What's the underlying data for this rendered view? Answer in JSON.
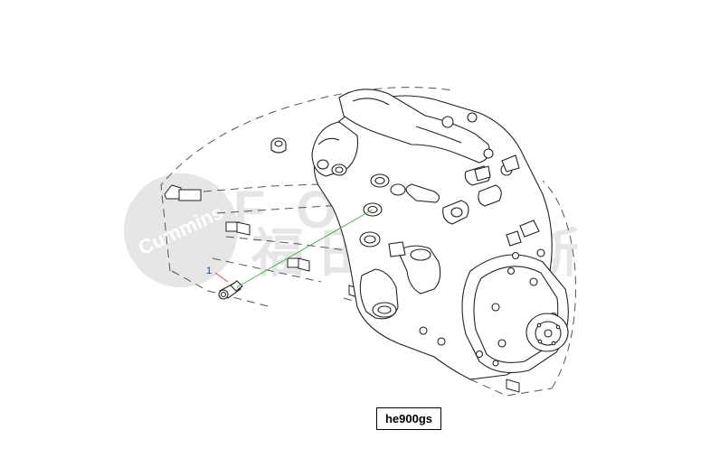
{
  "watermark": {
    "brand_circle_text": "Cummins",
    "brand_latin": "FOTON",
    "brand_cjk": "福田康明斯"
  },
  "callout": {
    "number": "1"
  },
  "diagram_code": "he900gs",
  "colors": {
    "line": "#222222",
    "dashed": "#555555",
    "leader": "#46b546",
    "callout_text": "#1a3fbf",
    "callout_leader": "#d04040",
    "watermark": "#e6e6e6"
  }
}
